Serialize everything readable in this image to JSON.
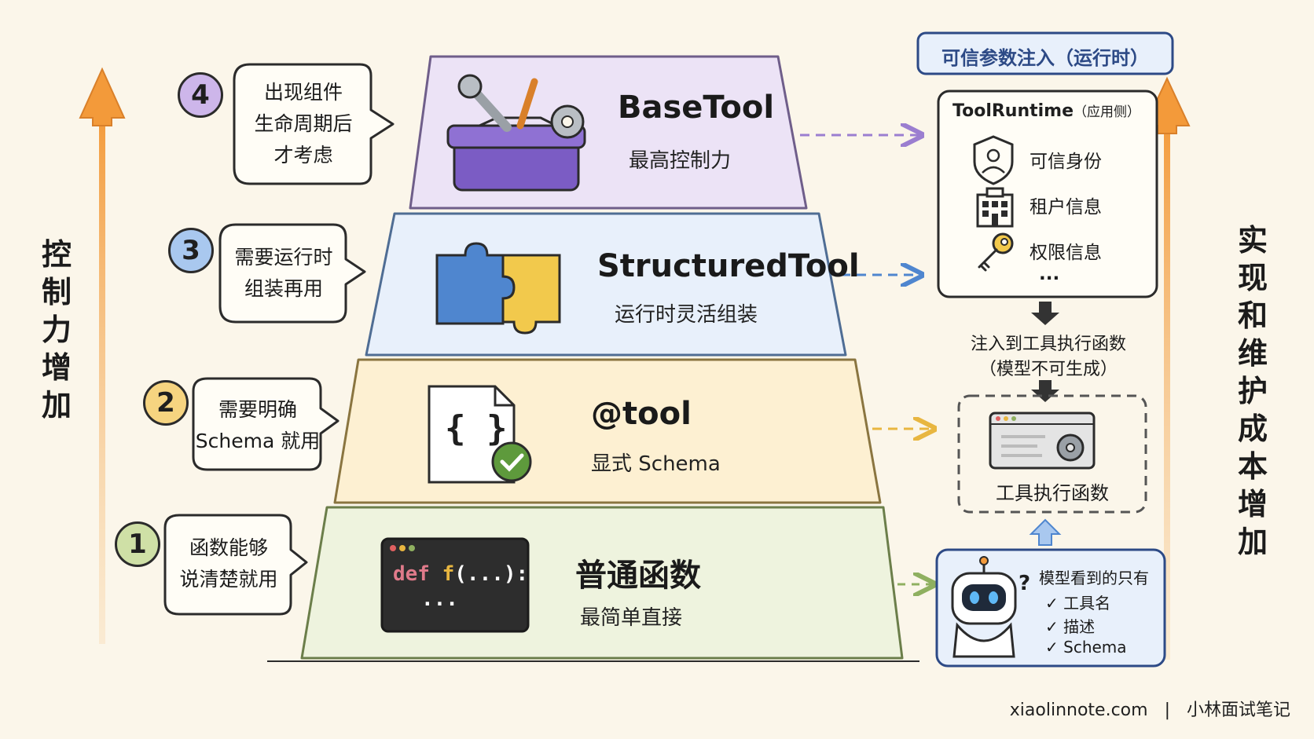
{
  "left_axis": {
    "label": "控制力增加"
  },
  "right_axis": {
    "label": "实现和维护成本增加"
  },
  "tiers": [
    {
      "level": "4",
      "title": "BaseTool",
      "subtitle": "最高控制力",
      "note": [
        "出现组件",
        "生命周期后",
        "才考虑"
      ],
      "color": "#ece3f6",
      "border": "#a98bd0",
      "badge": "#cdb6ea"
    },
    {
      "level": "3",
      "title": "StructuredTool",
      "subtitle": "运行时灵活组装",
      "note": [
        "需要运行时",
        "组装再用"
      ],
      "color": "#e8f0fb",
      "border": "#8cb0dd",
      "badge": "#a9c8ef"
    },
    {
      "level": "2",
      "title": "@tool",
      "subtitle": "显式 Schema",
      "note": [
        "需要明确",
        "Schema 就用"
      ],
      "color": "#fdf0d2",
      "border": "#e7c067",
      "badge": "#f6d480"
    },
    {
      "level": "1",
      "title": "普通函数",
      "subtitle": "最简单直接",
      "note": [
        "函数能够",
        "说清楚就用"
      ],
      "color": "#eef3de",
      "border": "#a8c27d",
      "badge": "#cfe0a6"
    }
  ],
  "code_snippet": {
    "line1_kw": "def",
    "line1_fn": "f",
    "line1_rest": "(...):",
    "line2": "..."
  },
  "json_icon": {
    "glyph": "{ }"
  },
  "injection": {
    "header": "可信参数注入（运行时）",
    "runtime_title": "ToolRuntime",
    "runtime_side": "（应用侧）",
    "items": [
      "可信身份",
      "租户信息",
      "权限信息"
    ],
    "more": "...",
    "inject_line1": "注入到工具执行函数",
    "inject_line2": "（模型不可生成）",
    "exec_label": "工具执行函数"
  },
  "model_view": {
    "title": "模型看到的只有",
    "question": "?",
    "items": [
      "工具名",
      "描述",
      "Schema"
    ],
    "check": "✓"
  },
  "footer": {
    "site": "xiaolinnote.com",
    "sep": "|",
    "brand": "小林面试笔记"
  },
  "colors": {
    "orange": "#f0a045",
    "purple": "#9b7ed0",
    "blue": "#4f86cf",
    "yellow": "#e8b640",
    "green": "#8fb060",
    "navy": "#2d4a86"
  }
}
